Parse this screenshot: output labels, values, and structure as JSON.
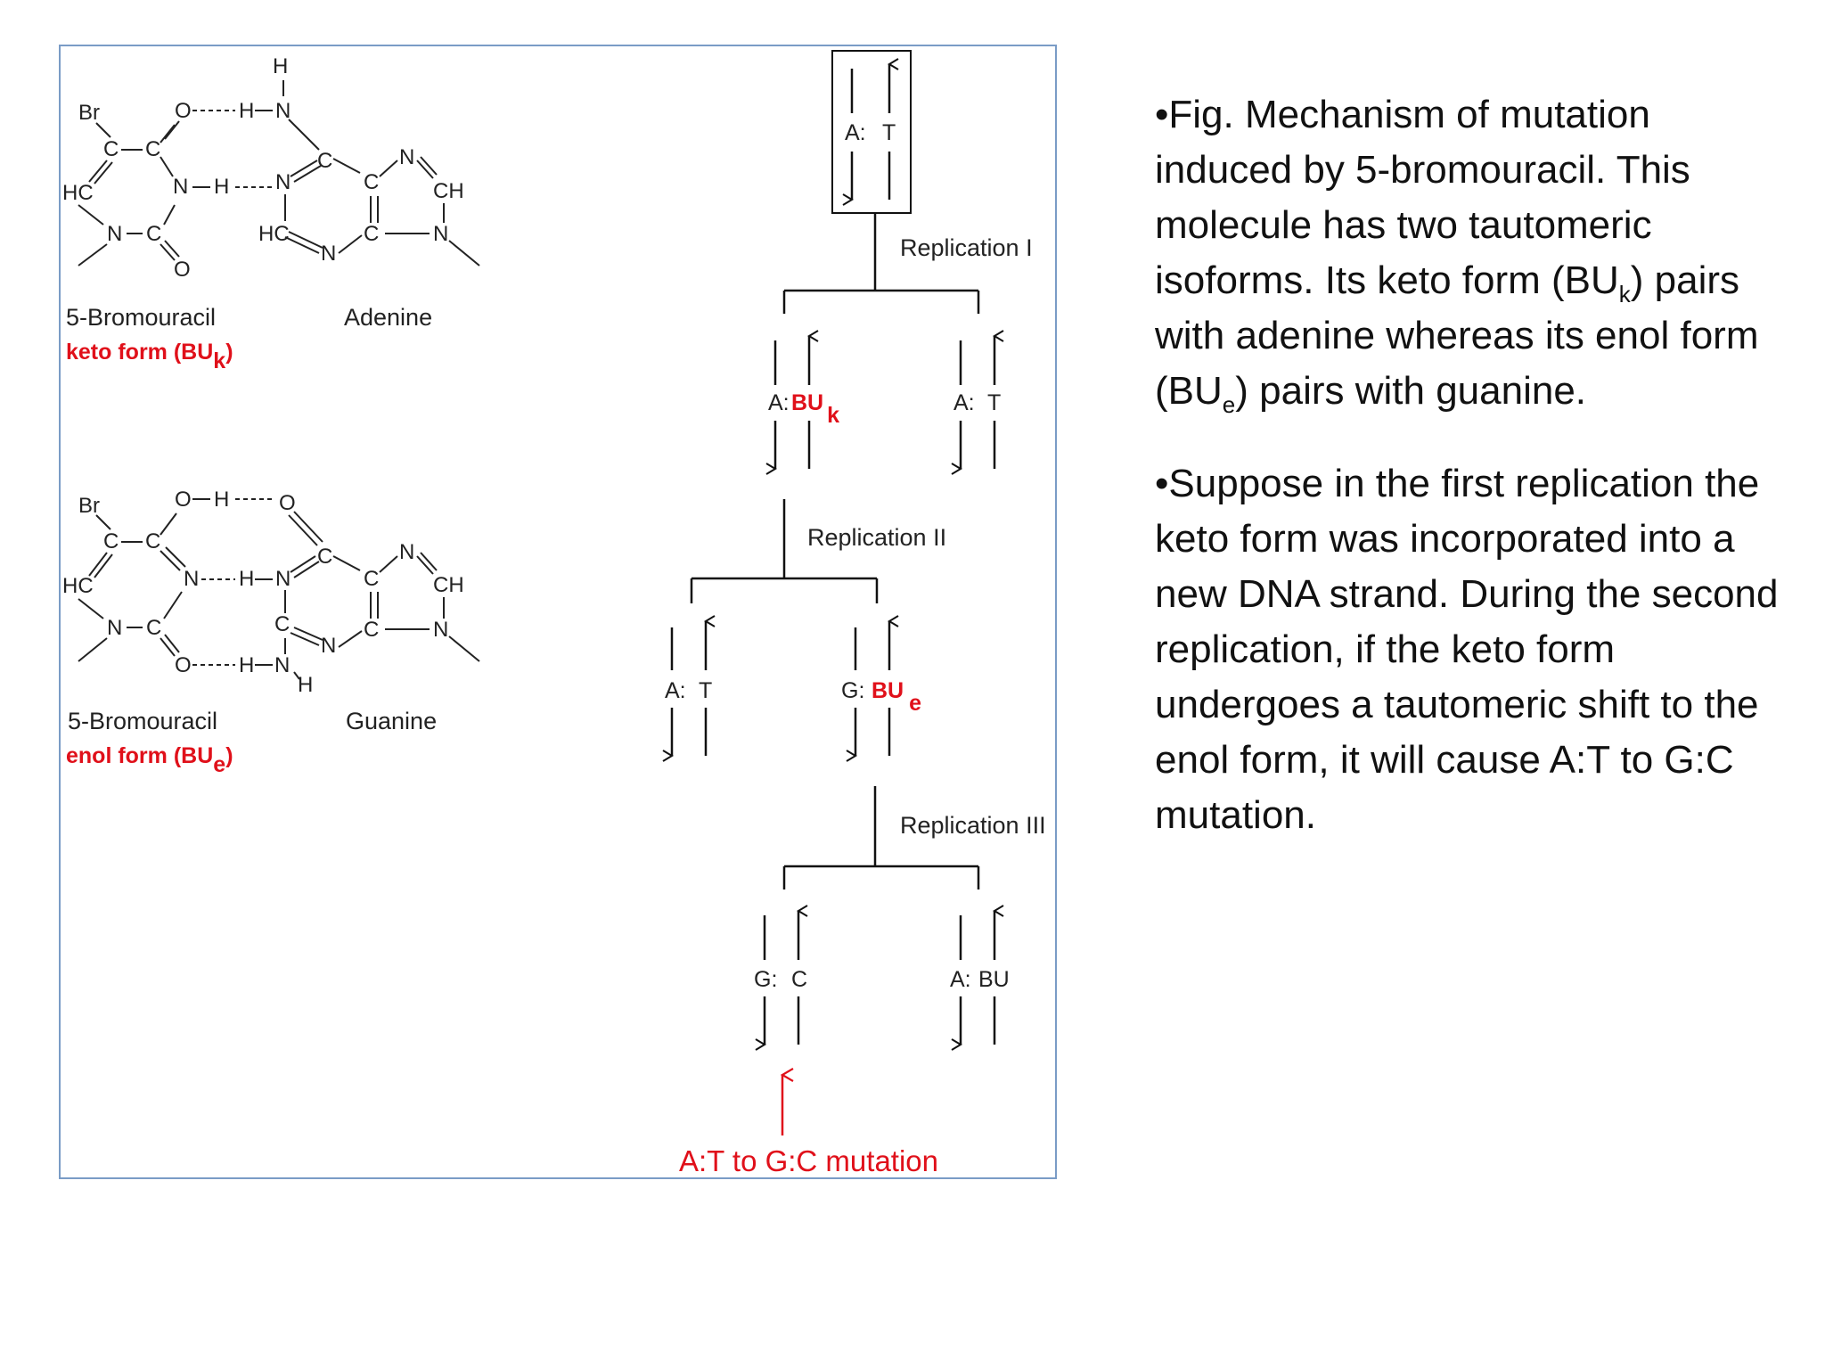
{
  "figure": {
    "keto": {
      "atoms": {
        "br": "Br",
        "o_top": "O",
        "h_dash": "H",
        "n_top": "N",
        "h_top": "H",
        "c1": "C",
        "c2": "C",
        "n_h": "N",
        "h_mid": "H",
        "n_ade": "N",
        "c_ade": "C",
        "c_ade2": "C",
        "n_ring": "N",
        "ch": "CH",
        "hc": "HC",
        "n_b": "N",
        "c_b": "C",
        "o_b": "O",
        "hc2": "HC",
        "n_b2": "N",
        "c_b2": "C",
        "n_r2": "N"
      },
      "molecule_left": "5-Bromouracil",
      "molecule_right": "Adenine",
      "form_label": "keto form (BU",
      "form_sub": "k",
      "form_close": ")"
    },
    "enol": {
      "atoms": {
        "br": "Br",
        "o_top": "O",
        "h_top": "H",
        "o_ade": "O",
        "c1": "C",
        "c2": "C",
        "n_mid": "N",
        "h_mid": "H",
        "n_gua": "N",
        "c_gua": "C",
        "c_gua2": "C",
        "n_ring": "N",
        "ch": "CH",
        "hc": "HC",
        "n_b": "N",
        "c_b": "C",
        "c_gua3": "C",
        "n_gua2": "N",
        "o_b": "O",
        "h_b": "H",
        "n_b2": "N",
        "h_nh": "H",
        "c_b2": "C",
        "n_r2": "N"
      },
      "molecule_left": "5-Bromouracil",
      "molecule_right": "Guanine",
      "form_label": "enol form (BU",
      "form_sub": "e",
      "form_close": ")"
    },
    "tree": {
      "root": {
        "left": "A:",
        "right": "T"
      },
      "replication_1": "Replication I",
      "gen1_left": {
        "left": "A:",
        "right": "BU",
        "sub": "k"
      },
      "gen1_right": {
        "left": "A:",
        "right": "T"
      },
      "replication_2": "Replication II",
      "gen2_left": {
        "left": "A:",
        "right": "T"
      },
      "gen2_right": {
        "left": "G:",
        "right": "BU",
        "sub": "e"
      },
      "replication_3": "Replication III",
      "gen3_left": {
        "left": "G:",
        "right": "C"
      },
      "gen3_right": {
        "left": "A:",
        "right": "BU"
      },
      "mutation_label": "A:T  to G:C mutation"
    }
  },
  "text": {
    "para1": {
      "p1": "•Fig. Mechanism of mutation induced by 5-bromouracil. This molecule has two tautomeric isoforms. Its keto form (BU",
      "sub1": "k",
      "p2": ") pairs with adenine whereas its enol form (BU",
      "sub2": "e",
      "p3": ") pairs with guanine."
    },
    "para2": "•Suppose in the first replication the keto form was incorporated into a new DNA strand. During the second replication, if the keto form undergoes a tautomeric shift to the enol form, it will cause A:T to G:C mutation."
  },
  "colors": {
    "accent_red": "#e0101a",
    "frame_blue": "#7a9cc6"
  }
}
